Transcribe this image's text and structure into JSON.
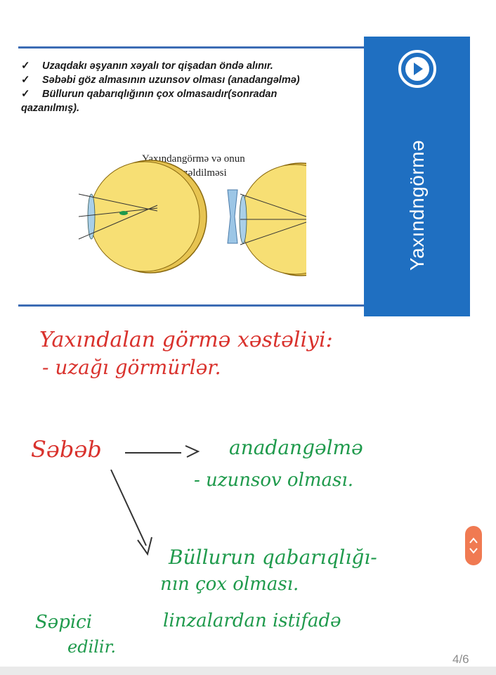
{
  "slide": {
    "bullets": [
      "Uzaqdakı əşyanın xəyalı tor qişadan öndə alınır.",
      "Səbəbi göz almasının uzunsov olması (anadangəlmə)",
      "Büllurun qabarıqlığının çox olmasaıdır(sonradan",
      "qazanılmış)."
    ],
    "check_glyph": "✓",
    "diagram_title_line1": "Yaxındangörmə və onun",
    "diagram_title_line2": "düzəldilməsi",
    "side_title": "Yaxındngörmə",
    "icons": [
      "play-icon",
      "checkmark-icon"
    ],
    "colors": {
      "accent": "#1f6fc1",
      "rule": "#3c6cb4",
      "eye": "#f7df74"
    }
  },
  "notes": {
    "line1": "Yaxındalan görmə xəstəliyi:",
    "line2": "- uzağı görmürlər.",
    "cause_label": "Səbəb",
    "arrow_right": "—>",
    "cause1": "anadangəlmə",
    "cause2": "- uzunsov olması.",
    "cause3_a": "Büllurun qabarıqlığı-",
    "cause3_b": "nın çox olması.",
    "treatment_a": "Səpici",
    "treatment_b": "linzalardan istifadə",
    "treatment_c": "edilir.",
    "colors": {
      "red": "#d9322d",
      "green": "#1f9a4c"
    }
  },
  "viewer": {
    "page_indicator": "4/6",
    "pill_color": "#f07a52"
  }
}
